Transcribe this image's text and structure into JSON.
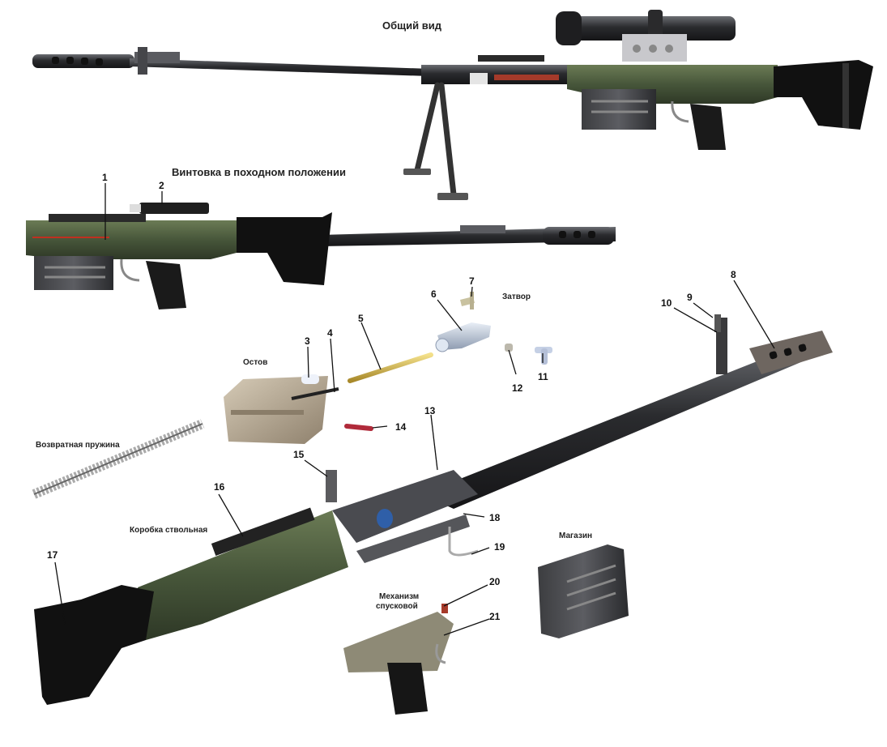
{
  "titles": {
    "general_view": "Общий вид",
    "travel_position": "Винтовка в походном положении"
  },
  "groups": {
    "bolt": "Затвор",
    "frame": "Остов",
    "return_spring": "Возвратная пружина",
    "receiver": "Коробка ствольная",
    "magazine": "Магазин",
    "trigger_line1": "Механизм",
    "trigger_line2": "спусковой"
  },
  "callouts": [
    "1",
    "2",
    "3",
    "4",
    "5",
    "6",
    "7",
    "8",
    "9",
    "10",
    "11",
    "12",
    "13",
    "14",
    "15",
    "16",
    "17",
    "18",
    "19",
    "20",
    "21"
  ],
  "colors": {
    "stock_olive": "#4a5a3a",
    "metal_dark": "#2c2c2e",
    "frame_tan": "#b5a68e",
    "leader": "#111111"
  }
}
